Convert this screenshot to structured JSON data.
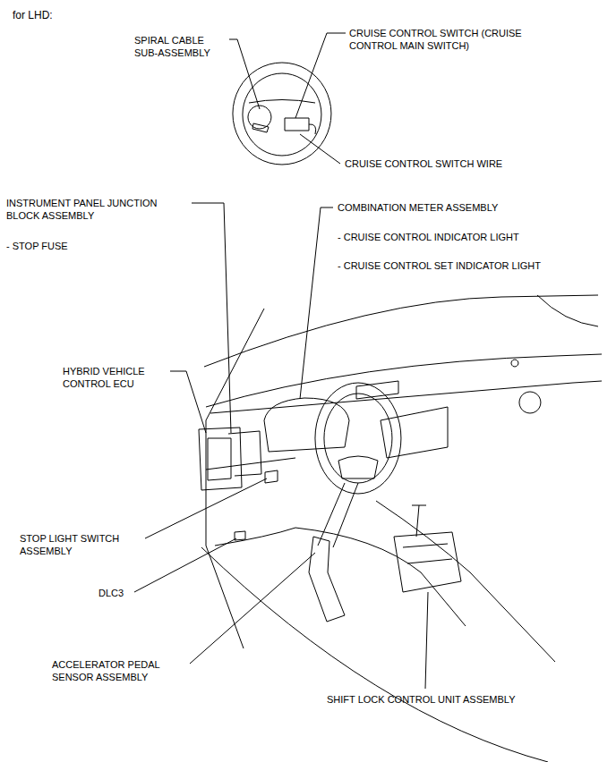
{
  "diagram": {
    "title": "for LHD:",
    "labels": [
      "SPIRAL CABLE SUB-ASSEMBLY",
      "CRUISE CONTROL SWITCH (CRUISE CONTROL MAIN SWITCH)",
      "CRUISE CONTROL SWITCH WIRE",
      "INSTRUMENT PANEL JUNCTION BLOCK ASSEMBLY",
      "- STOP FUSE",
      "COMBINATION METER ASSEMBLY",
      "- CRUISE CONTROL INDICATOR LIGHT",
      "- CRUISE CONTROL SET INDICATOR LIGHT",
      "HYBRID VEHICLE CONTROL ECU",
      "STOP LIGHT SWITCH ASSEMBLY",
      "DLC3",
      "ACCELERATOR PEDAL SENSOR ASSEMBLY",
      "SHIFT LOCK CONTROL UNIT ASSEMBLY"
    ]
  }
}
